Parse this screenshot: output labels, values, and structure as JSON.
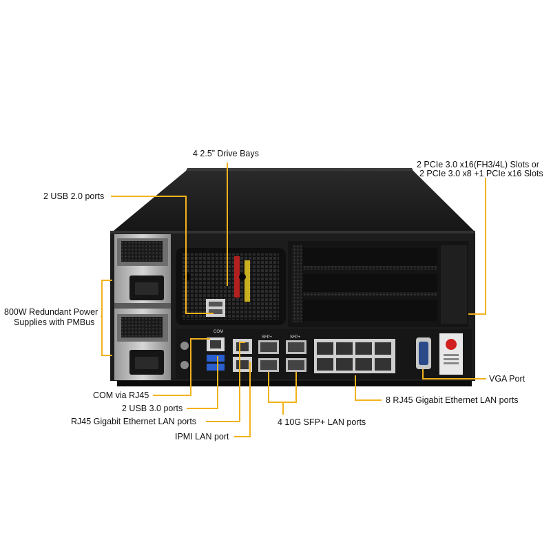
{
  "callout_color": "#f2b21c",
  "labels": {
    "drive_bays": "4 2.5” Drive Bays",
    "usb2": "2 USB 2.0 ports",
    "pcie_line1": "2 PCIe 3.0 x16(FH3/4L) Slots or",
    "pcie_line2": "2 PCIe 3.0 x8 +1 PCIe x16 Slots",
    "psu_line1": "800W Redundant Power",
    "psu_line2": "Supplies with PMBus",
    "com": "COM via RJ45",
    "usb3": "2 USB 3.0 ports",
    "rj45_gbe": "RJ45 Gigabit Ethernet LAN ports",
    "ipmi": "IPMI LAN port",
    "sfp": "4 10G SFP+ LAN ports",
    "lan8": "8 RJ45 Gigabit Ethernet LAN ports",
    "vga": "VGA Port"
  },
  "panel_marks": {
    "com": "COM",
    "sfp_a": "SFP+",
    "sfp_b": "SFP+"
  }
}
